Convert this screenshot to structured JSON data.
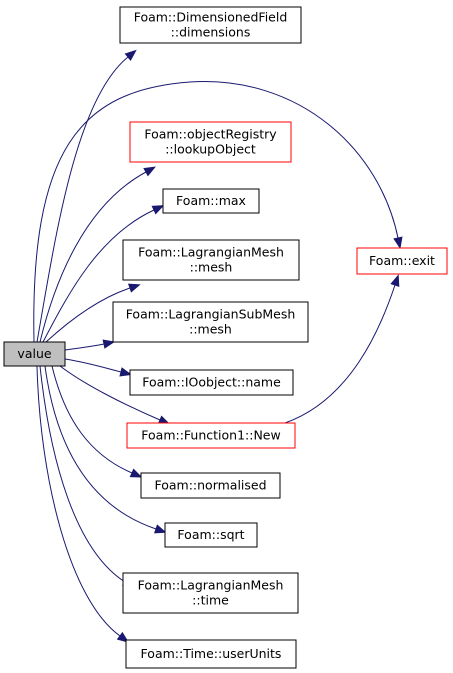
{
  "graph": {
    "source": {
      "id": "value",
      "lines": [
        "value"
      ],
      "fill": "#bfbfbf",
      "border": "#000000"
    },
    "nodes": [
      {
        "id": "dimensions",
        "lines": [
          "Foam::DimensionedField",
          "::dimensions"
        ],
        "border": "#000000"
      },
      {
        "id": "lookupObject",
        "lines": [
          "Foam::objectRegistry",
          "::lookupObject"
        ],
        "border": "#ff0000"
      },
      {
        "id": "max",
        "lines": [
          "Foam::max"
        ],
        "border": "#000000"
      },
      {
        "id": "lagrangianMesh-mesh",
        "lines": [
          "Foam::LagrangianMesh",
          "::mesh"
        ],
        "border": "#000000"
      },
      {
        "id": "lagrangianSubMesh-mesh",
        "lines": [
          "Foam::LagrangianSubMesh",
          "::mesh"
        ],
        "border": "#000000"
      },
      {
        "id": "name",
        "lines": [
          "Foam::IOobject::name"
        ],
        "border": "#000000"
      },
      {
        "id": "new",
        "lines": [
          "Foam::Function1::New"
        ],
        "border": "#ff0000"
      },
      {
        "id": "normalised",
        "lines": [
          "Foam::normalised"
        ],
        "border": "#000000"
      },
      {
        "id": "sqrt",
        "lines": [
          "Foam::sqrt"
        ],
        "border": "#000000"
      },
      {
        "id": "time",
        "lines": [
          "Foam::LagrangianMesh",
          "::time"
        ],
        "border": "#000000"
      },
      {
        "id": "userUnits",
        "lines": [
          "Foam::Time::userUnits"
        ],
        "border": "#000000"
      },
      {
        "id": "exit",
        "lines": [
          "Foam::exit"
        ],
        "border": "#ff0000"
      }
    ],
    "edges": [
      [
        "value",
        "dimensions"
      ],
      [
        "value",
        "lookupObject"
      ],
      [
        "value",
        "max"
      ],
      [
        "value",
        "lagrangianMesh-mesh"
      ],
      [
        "value",
        "lagrangianSubMesh-mesh"
      ],
      [
        "value",
        "name"
      ],
      [
        "value",
        "new"
      ],
      [
        "value",
        "normalised"
      ],
      [
        "value",
        "sqrt"
      ],
      [
        "value",
        "time"
      ],
      [
        "value",
        "userUnits"
      ],
      [
        "value",
        "exit"
      ],
      [
        "new",
        "exit"
      ]
    ],
    "edge_color": "#191970"
  }
}
